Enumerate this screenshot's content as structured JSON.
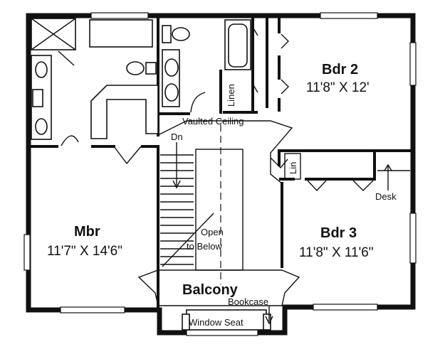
{
  "rooms": {
    "bdr2": {
      "name": "Bdr 2",
      "size": "11'8\" X 12'"
    },
    "bdr3": {
      "name": "Bdr 3",
      "size": "11'8\" X 11'6\""
    },
    "mbr": {
      "name": "Mbr",
      "size": "11'7\" X 14'6\""
    },
    "balcony": {
      "name": "Balcony"
    }
  },
  "labels": {
    "linen": "Linen",
    "vaulted_ceiling": "Vaulted Ceiling",
    "dn": "Dn",
    "lin": "Lin",
    "desk": "Desk",
    "open_line1": "Open",
    "open_line2": "to Below",
    "bookcase": "Bookcase",
    "window_seat": "Window Seat"
  }
}
